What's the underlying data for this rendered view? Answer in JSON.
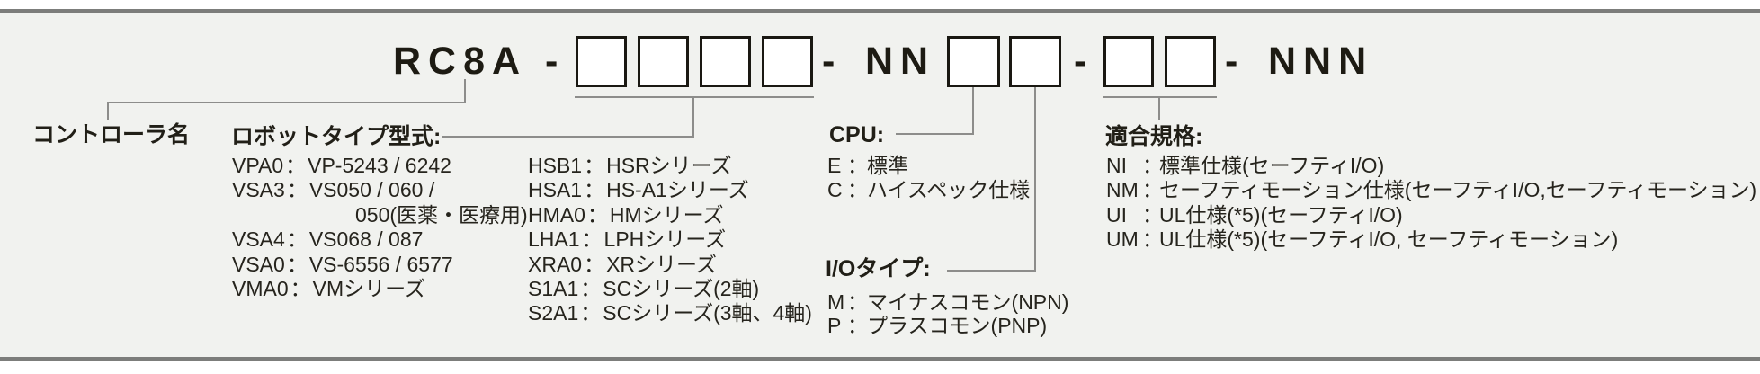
{
  "model": {
    "prefix": "RC8A",
    "dash": "-",
    "mid": "NN",
    "suffix": "NNN"
  },
  "sections": {
    "controller": {
      "title": "コントローラ名"
    },
    "robot": {
      "title": "ロボットタイプ型式:",
      "col1": [
        {
          "code": "VPA0",
          "sep": "：",
          "label": "VP-5243 / 6242"
        },
        {
          "code": "VSA3",
          "sep": "：",
          "label": "VS050 / 060 /"
        },
        {
          "code": "",
          "sep": "",
          "label": "050(医薬・医療用)"
        },
        {
          "code": "VSA4",
          "sep": "：",
          "label": "VS068 / 087"
        },
        {
          "code": "VSA0",
          "sep": "：",
          "label": "VS-6556 / 6577"
        },
        {
          "code": "VMA0",
          "sep": "：",
          "label": "VMシリーズ"
        }
      ],
      "col2": [
        {
          "code": "HSB1",
          "sep": "：",
          "label": "HSRシリーズ"
        },
        {
          "code": "HSA1",
          "sep": "：",
          "label": "HS-A1シリーズ"
        },
        {
          "code": "HMA0",
          "sep": "：",
          "label": "HMシリーズ"
        },
        {
          "code": "LHA1",
          "sep": "：",
          "label": "LPHシリーズ"
        },
        {
          "code": "XRA0",
          "sep": "：",
          "label": "XRシリーズ"
        },
        {
          "code": "S1A1",
          "sep": "：",
          "label": "SCシリーズ(2軸)"
        },
        {
          "code": "S2A1",
          "sep": "：",
          "label": "SCシリーズ(3軸、4軸)"
        }
      ]
    },
    "cpu": {
      "title": "CPU:",
      "items": [
        {
          "code": "E",
          "sep": "：",
          "label": "標準"
        },
        {
          "code": "C",
          "sep": "：",
          "label": "ハイスペック仕様"
        }
      ]
    },
    "io": {
      "title": "I/Oタイプ:",
      "items": [
        {
          "code": "M",
          "sep": "：",
          "label": "マイナスコモン(NPN)"
        },
        {
          "code": "P",
          "sep": "：",
          "label": "プラスコモン(PNP)"
        }
      ]
    },
    "standards": {
      "title": "適合規格:",
      "items": [
        {
          "code": "NI",
          "sep": "：",
          "label": "標準仕様(セーフティI/O)"
        },
        {
          "code": "NM",
          "sep": "：",
          "label": "セーフティモーション仕様(セーフティI/O,セーフティモーション)"
        },
        {
          "code": "UI",
          "sep": "：",
          "label": "UL仕様(*5)(セーフティI/O)"
        },
        {
          "code": "UM",
          "sep": "：",
          "label": "UL仕様(*5)(セーフティI/O, セーフティモーション)"
        }
      ]
    }
  },
  "colors": {
    "background": "#f1f2ef",
    "bar": "#7c7d7b",
    "text": "#211f17",
    "line": "#8d8d8b",
    "box_border": "#1a1812",
    "box_fill": "#ffffff"
  }
}
